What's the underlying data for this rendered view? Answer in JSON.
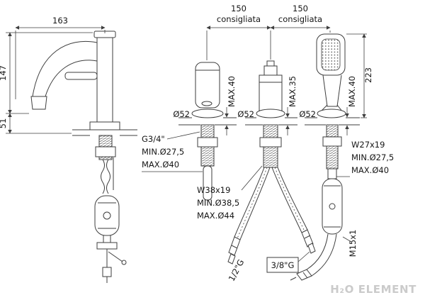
{
  "page": {
    "background": "#ffffff",
    "line_color": "#3e3e3e",
    "watermark_color": "#cbcbcb"
  },
  "watermark": "H₂O ELEMENT",
  "drawing": {
    "faucet": {
      "reach": "163",
      "height": "147",
      "outlet_height": "51"
    },
    "spacing": {
      "left_value": "150",
      "left_note": "consigliata",
      "right_value": "150",
      "right_note": "consigliata"
    },
    "spout": {
      "diameter": "Ø52",
      "deck_max": "MAX.40",
      "thread": "G3/4\"",
      "hole_min": "MIN.Ø27,5",
      "hole_max": "MAX.Ø40"
    },
    "mixer": {
      "diameter": "Ø52",
      "deck_max": "MAX.35",
      "thread": "W38x19",
      "hole_min": "MIN.Ø38,5",
      "hole_max": "MAX.Ø44",
      "hose_left_thread": "1/2\"G",
      "hose_right_thread": "3/8\"G"
    },
    "shower": {
      "diameter": "Ø52",
      "deck_max": "MAX.40",
      "height": "223",
      "thread": "W27x19",
      "hole_min": "MIN.Ø27,5",
      "hole_max": "MAX.Ø40",
      "hose_thread": "M15x1"
    }
  }
}
